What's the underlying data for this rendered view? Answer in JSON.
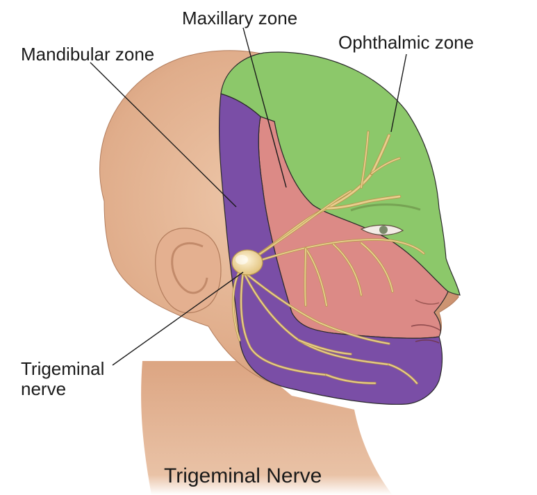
{
  "labels": {
    "maxillary": "Maxillary zone",
    "ophthalmic": "Ophthalmic zone",
    "mandibular": "Mandibular zone",
    "trigeminal_line1": "Trigeminal",
    "trigeminal_line2": "nerve"
  },
  "title": "Trigeminal Nerve",
  "colors": {
    "skin": "#e3b393",
    "skin_shadow": "#c98d6c",
    "ophthalmic": "#8cc86a",
    "maxillary": "#dc8a86",
    "mandibular": "#7a4ea6",
    "nerve": "#e8cf8e",
    "nerve_outline": "#b9964e"
  }
}
